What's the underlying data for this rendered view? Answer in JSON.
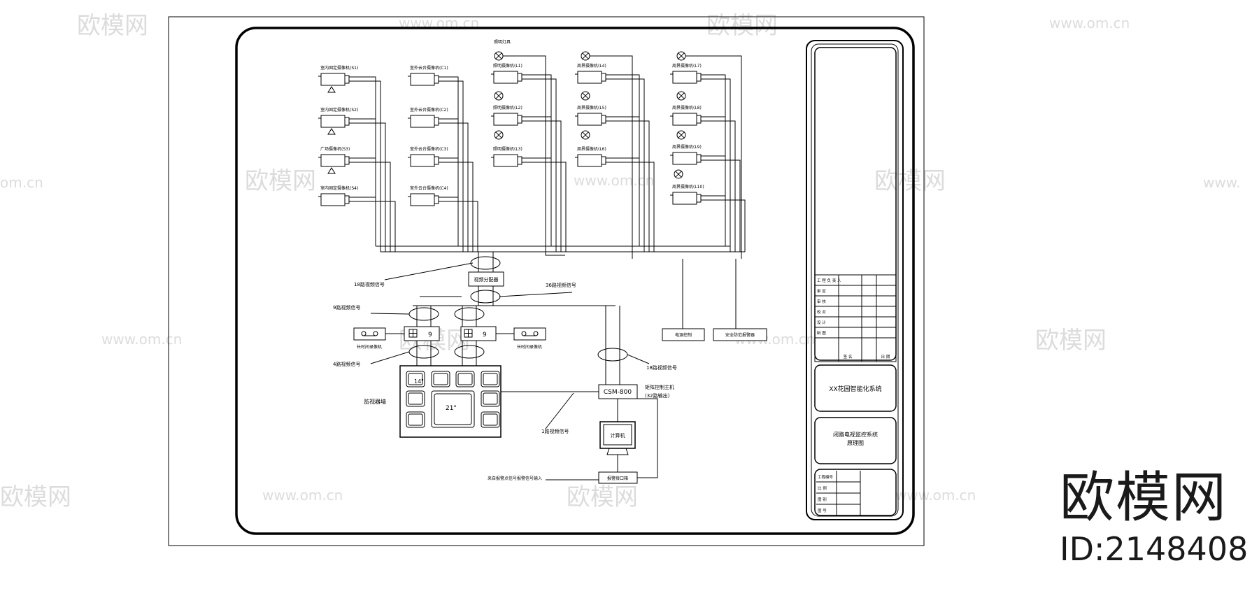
{
  "watermark": {
    "logo_text": "欧模网",
    "url_text": "www.om.cn",
    "url_fragment_left": "om.cn",
    "url_fragment_right": "www."
  },
  "brand": {
    "name": "欧模网",
    "id_text": "ID:2148408"
  },
  "diagram": {
    "labels": {
      "bus18a": "18路视频信号",
      "bus36": "36路视频信号",
      "bus9": "9路视频信号",
      "bus4": "4路视频信号",
      "bus18b": "18路视频信号",
      "bus1": "1路视频信号",
      "video_dist": "视频分配器",
      "quad1_num": "9",
      "quad2_num": "9",
      "left_recorder": "长时间录像机",
      "right_recorder": "长时间录像机",
      "monitor_wall": "监视器墙",
      "monitor14": "14\"",
      "monitor21": "21\"",
      "matrix": "CSM-800",
      "matrix_note1": "矩阵控制主机",
      "matrix_note2": "(32路输出)",
      "computer": "计算机",
      "alarm_box": "报警接口箱",
      "alarm_input": "来自报警点信号报警信号输入",
      "power_box": "电源控制",
      "security_box": "安全防范报警器",
      "lamp_top_label": "照明灯具"
    },
    "cameras": [
      {
        "id": "c1",
        "label": "室内固定摄像机(S1)"
      },
      {
        "id": "c2",
        "label": "室内固定摄像机(S2)"
      },
      {
        "id": "c3",
        "label": "广场摄像机(S3)"
      },
      {
        "id": "c4",
        "label": "室内固定摄像机(S4)"
      },
      {
        "id": "c5",
        "label": "室外云台摄像机(C1)"
      },
      {
        "id": "c6",
        "label": "室外云台摄像机(C2)"
      },
      {
        "id": "c7",
        "label": "室外云台摄像机(C3)"
      },
      {
        "id": "c8",
        "label": "室外云台摄像机(C4)"
      },
      {
        "id": "c9",
        "label": "照明摄像机(L1)"
      },
      {
        "id": "c10",
        "label": "照明摄像机(L2)"
      },
      {
        "id": "c11",
        "label": "照明摄像机(L3)"
      },
      {
        "id": "c12",
        "label": "周界摄像机(L4)"
      },
      {
        "id": "c13",
        "label": "周界摄像机(L5)"
      },
      {
        "id": "c14",
        "label": "周界摄像机(L6)"
      },
      {
        "id": "c15",
        "label": "周界摄像机(L7)"
      },
      {
        "id": "c16",
        "label": "周界摄像机(L8)"
      },
      {
        "id": "c17",
        "label": "周界摄像机(L9)"
      },
      {
        "id": "c18",
        "label": "周界摄像机(L10)"
      }
    ]
  },
  "title_block": {
    "row_labels": [
      "工 程 负 责 人",
      "审 定",
      "审 核",
      "校 对",
      "设 计",
      "制 图"
    ],
    "bottom_cols": [
      "签 名",
      "",
      "日 期"
    ],
    "project_name": "XX花园智能化系统",
    "drawing_name_line1": "闭路电视监控系统",
    "drawing_name_line2": "原理图",
    "info_labels": [
      "工程编号",
      "比 例",
      "图 别",
      "图 号"
    ]
  }
}
